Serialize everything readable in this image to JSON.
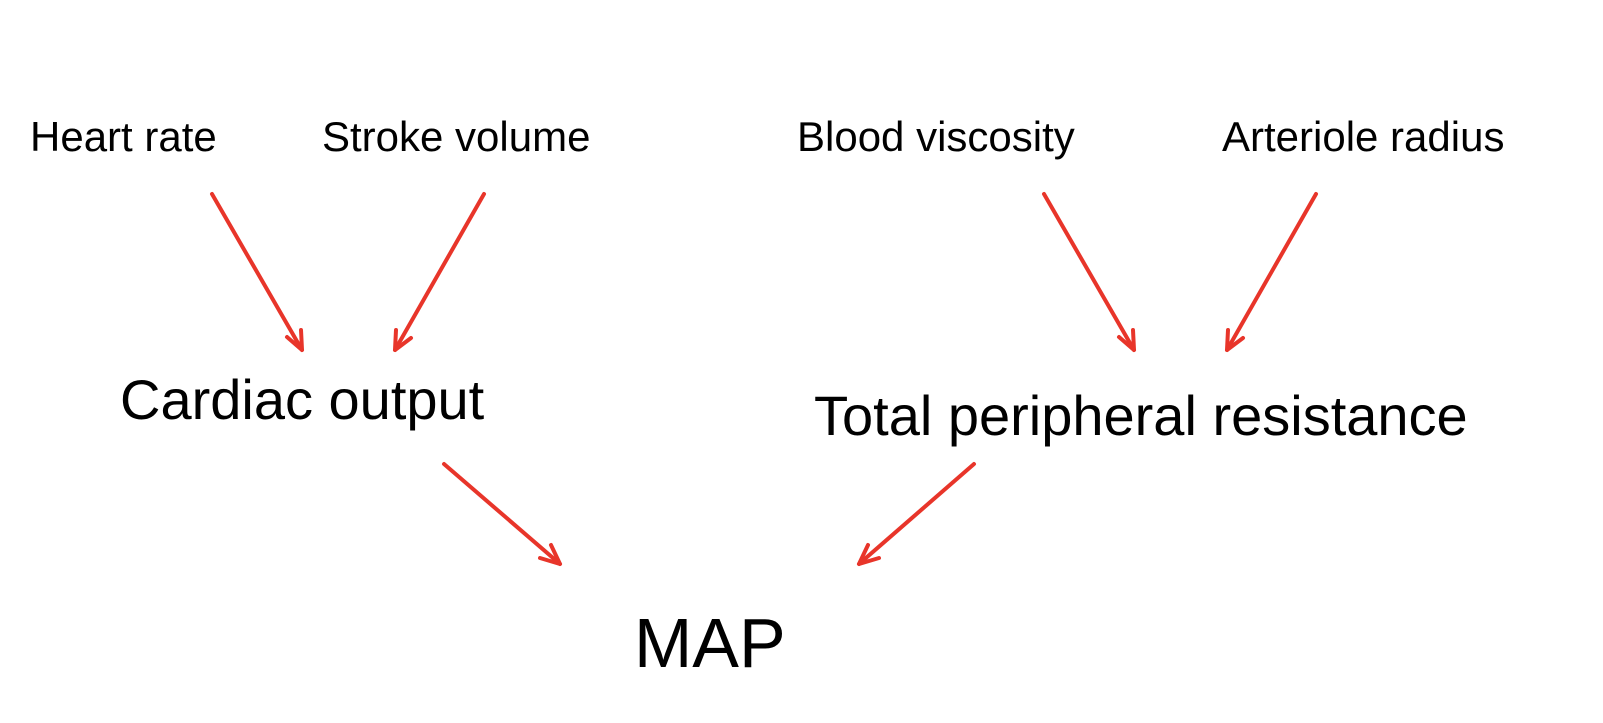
{
  "nodes": {
    "heart_rate": "Heart rate",
    "stroke_volume": "Stroke volume",
    "blood_viscosity": "Blood viscosity",
    "arteriole_radius": "Arteriole radius",
    "cardiac_output": "Cardiac output",
    "total_peripheral_resistance": "Total peripheral resistance",
    "map": "MAP"
  },
  "edges": [
    {
      "from": "heart_rate",
      "to": "cardiac_output"
    },
    {
      "from": "stroke_volume",
      "to": "cardiac_output"
    },
    {
      "from": "blood_viscosity",
      "to": "total_peripheral_resistance"
    },
    {
      "from": "arteriole_radius",
      "to": "total_peripheral_resistance"
    },
    {
      "from": "cardiac_output",
      "to": "map"
    },
    {
      "from": "total_peripheral_resistance",
      "to": "map"
    }
  ],
  "colors": {
    "arrow": "#e8352a",
    "text": "#000000",
    "background": "#ffffff"
  }
}
